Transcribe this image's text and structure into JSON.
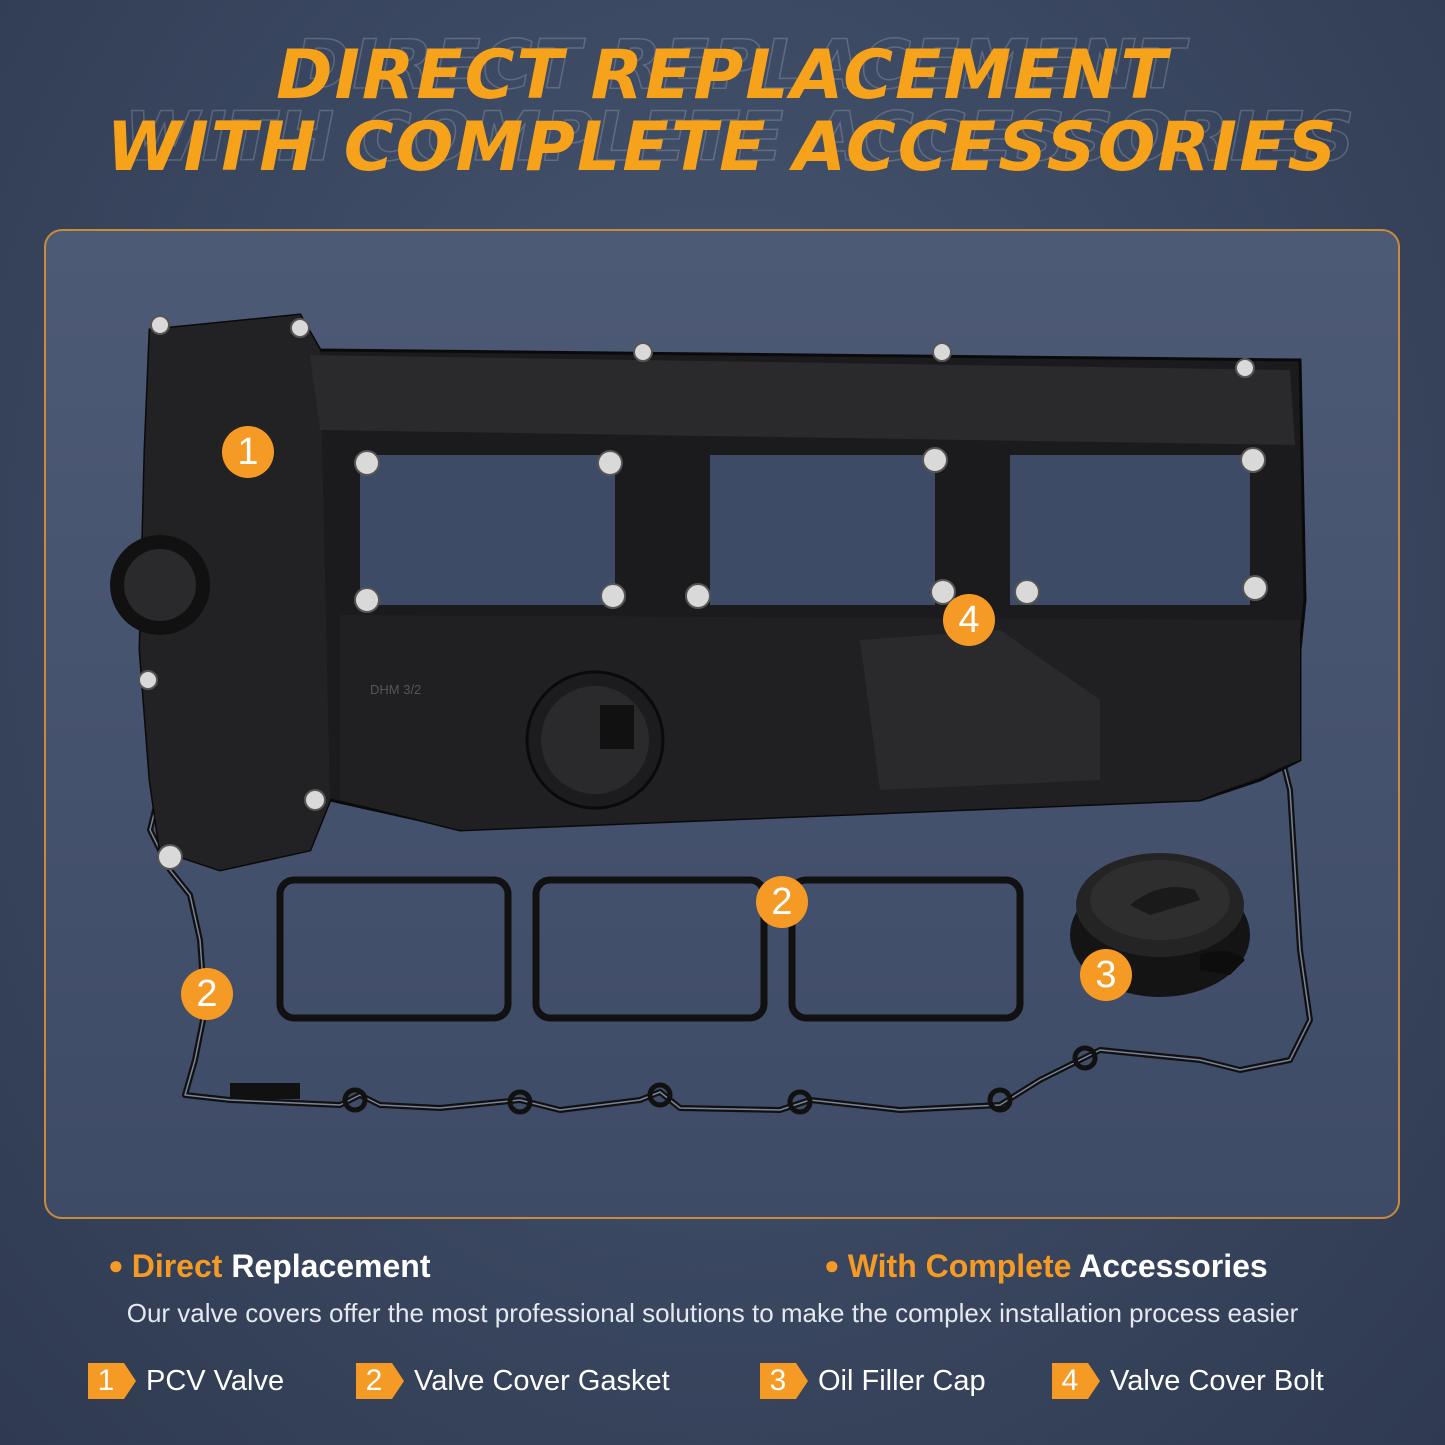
{
  "headline": {
    "line1": "DIRECT REPLACEMENT",
    "line2": "WITH COMPLETE ACCESSORIES"
  },
  "product": {
    "image_icon": "valve-cover-assembly",
    "stamp_text": "DHM 3/2"
  },
  "callouts": [
    "1",
    "2",
    "2",
    "3",
    "4"
  ],
  "features": [
    {
      "highlight": "Direct",
      "rest": "Replacement"
    },
    {
      "highlight": "With Complete",
      "rest": "Accessories"
    }
  ],
  "description": "Our valve covers offer the most professional solutions to make the complex installation process easier",
  "legend": [
    {
      "number": "1",
      "label": "PCV Valve"
    },
    {
      "number": "2",
      "label": "Valve Cover Gasket"
    },
    {
      "number": "3",
      "label": "Oil Filler Cap"
    },
    {
      "number": "4",
      "label": "Valve Cover Bolt"
    }
  ],
  "colors": {
    "accent": "#f59a24",
    "background": "#3a4760",
    "panel_border": "#c98a3c"
  }
}
